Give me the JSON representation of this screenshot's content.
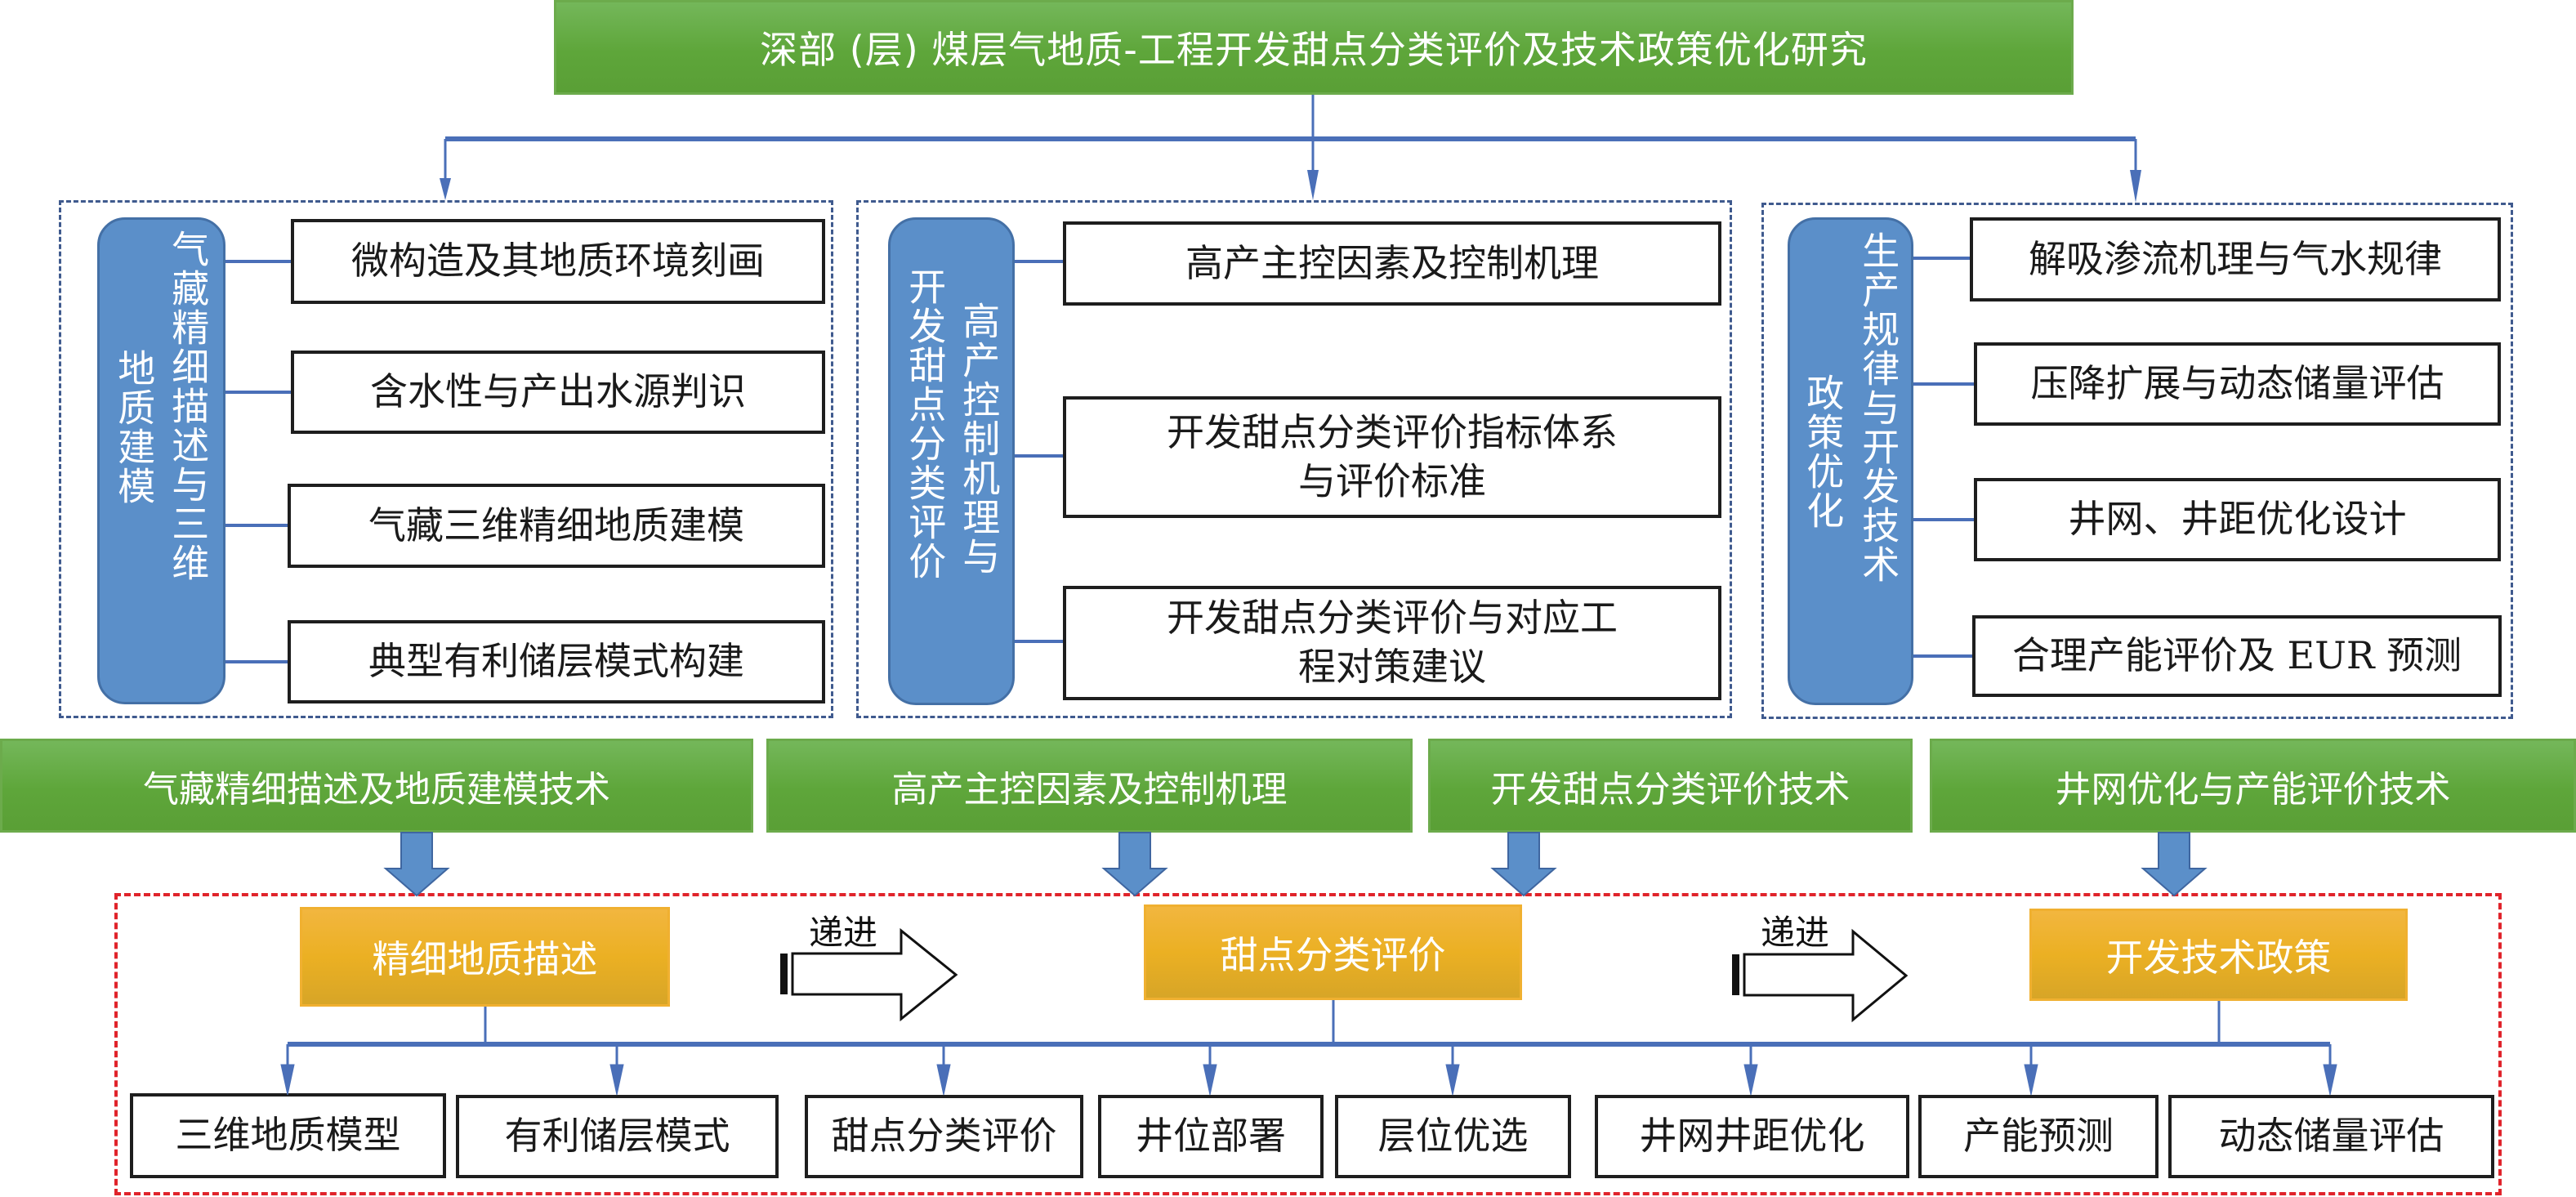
{
  "title": "深部 (层) 煤层气地质-工程开发甜点分类评价及技术政策优化研究",
  "panels": [
    {
      "pill_outer": "地质建模",
      "pill_inner": "气藏精细描述与三维",
      "items": [
        "微构造及其地质环境刻画",
        "含水性与产出水源判识",
        "气藏三维精细地质建模",
        "典型有利储层模式构建"
      ]
    },
    {
      "pill_outer": "开发甜点分类评价",
      "pill_inner": "高产控制机理与",
      "items": [
        "高产主控因素及控制机理",
        "开发甜点分类评价指标体系与评价标准",
        "开发甜点分类评价与对应工程对策建议"
      ]
    },
    {
      "pill_outer": "政策优化",
      "pill_inner": "生产规律与开发技术",
      "items": [
        "解吸渗流机理与气水规律",
        "压降扩展与动态储量评估",
        "井网、井距优化设计",
        "合理产能评价及 EUR 预测"
      ]
    }
  ],
  "technologies": [
    "气藏精细描述及地质建模技术",
    "高产主控因素及控制机理",
    "开发甜点分类评价技术",
    "井网优化与产能评价技术"
  ],
  "stages": [
    "精细地质描述",
    "甜点分类评价",
    "开发技术政策"
  ],
  "progress_label": "递进",
  "outcomes": [
    "三维地质模型",
    "有利储层模式",
    "甜点分类评价",
    "井位部署",
    "层位优选",
    "井网井距优化",
    "产能预测",
    "动态储量评估"
  ],
  "colors": {
    "green": "#5ea63a",
    "pill_blue": "#5b8fc9",
    "connector_blue": "#4a6fb8",
    "orange": "#ebb023",
    "red_dash": "#e0242b",
    "panel_dash": "#3f5a8e"
  }
}
